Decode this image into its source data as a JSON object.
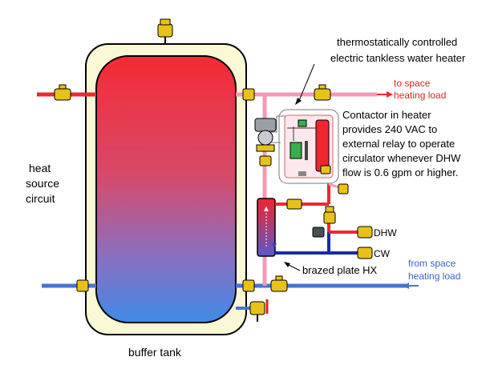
{
  "labels": {
    "heater_line1": "thermostatically controlled",
    "heater_line2": "electric tankless water heater",
    "to_space_line1": "to space",
    "to_space_line2": "heating load",
    "contactor_line1": "Contactor in heater",
    "contactor_line2": "provides 240 VAC to",
    "contactor_line3": "external relay to operate",
    "contactor_line4": "circulator whenever DHW",
    "contactor_line5": "flow is 0.6 gpm or higher.",
    "heat_line1": "heat",
    "heat_line2": "source",
    "heat_line3": "circuit",
    "dhw": "DHW",
    "cw": "CW",
    "from_space_line1": "from space",
    "from_space_line2": "heating load",
    "hx": "brazed plate HX",
    "buffer": "buffer tank"
  },
  "colors": {
    "hot": "#f0262f",
    "warm_pink": "#f59ab5",
    "cold": "#4a72d6",
    "dark_blue": "#1a2aa8",
    "valve_yellow": "#e8c21a",
    "tank_cream": "#fbf8d6",
    "heater_green": "#35b04a"
  },
  "icons": [
    "air-vent-icon",
    "ball-valve-icon",
    "circulator-pump-icon",
    "tempering-valve-icon",
    "drain-valve-icon",
    "arrow-icon"
  ]
}
